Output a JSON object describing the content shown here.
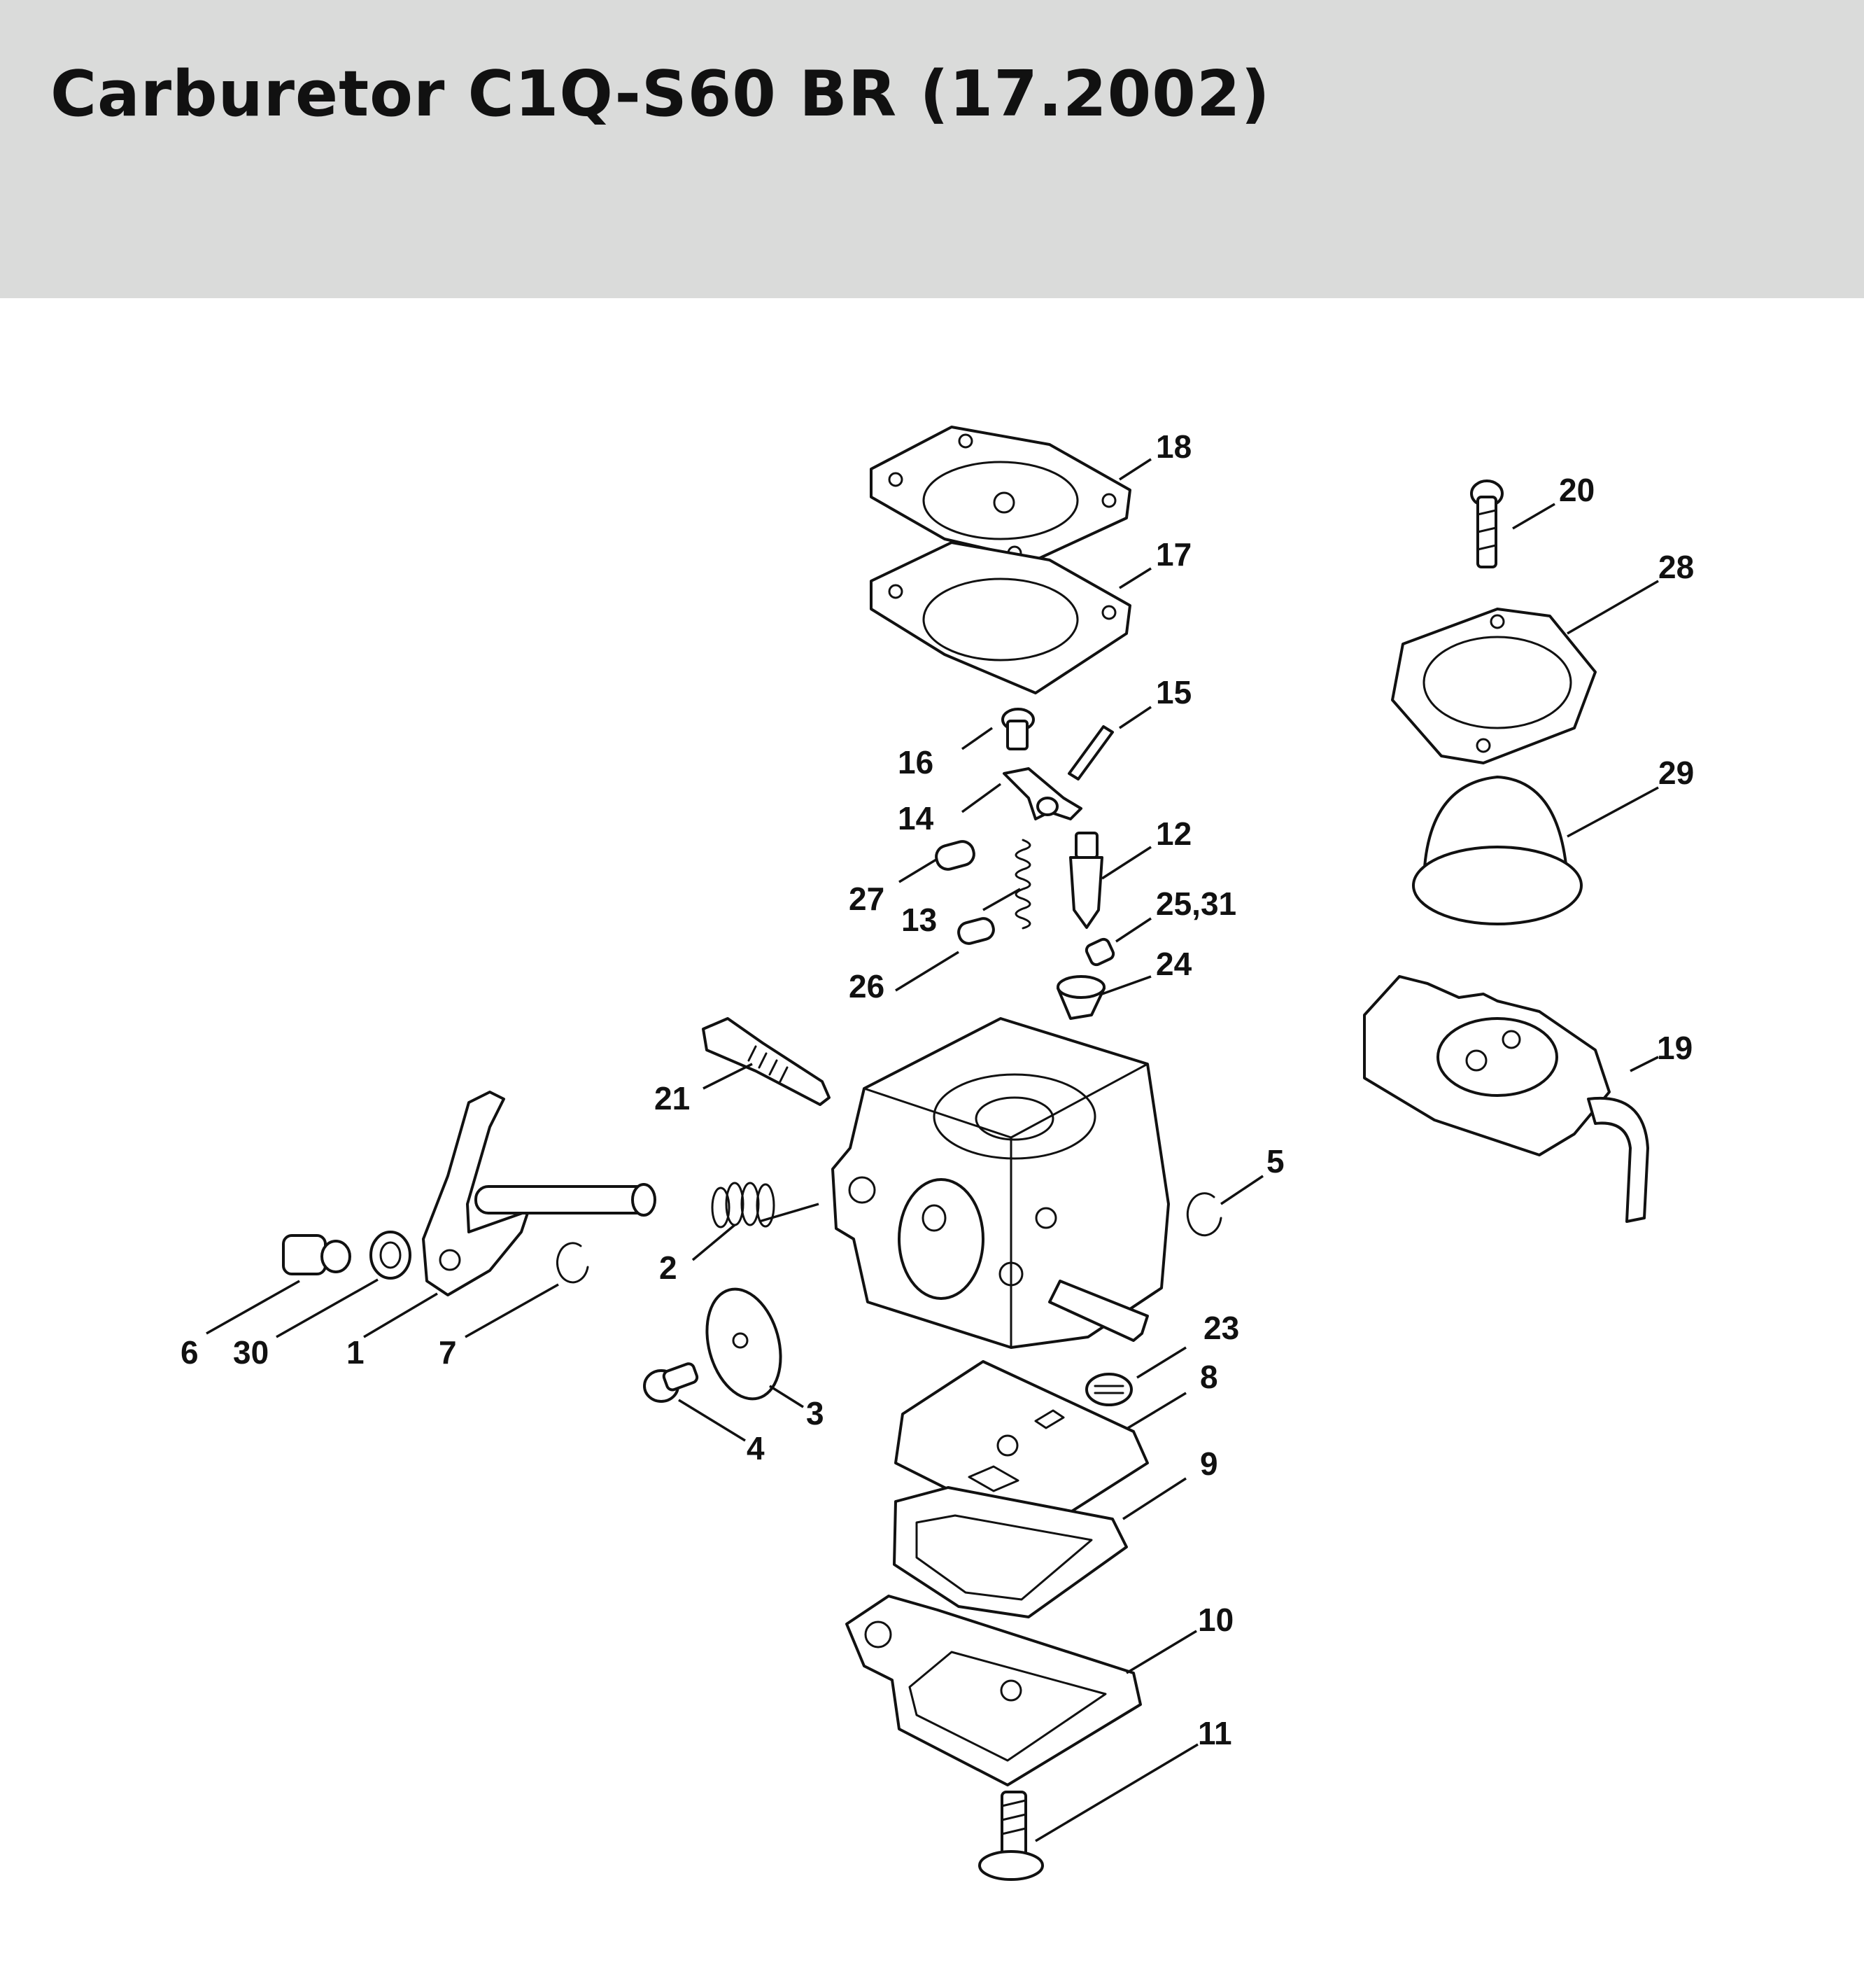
{
  "title": "Carburetor C1Q-S60 BR (17.2002)",
  "header_band_color": "#dadbda",
  "callouts": {
    "c18": "18",
    "c17": "17",
    "c15": "15",
    "c16": "16",
    "c14": "14",
    "c12": "12",
    "c27": "27",
    "c13": "13",
    "c25_31": "25,31",
    "c26": "26",
    "c24": "24",
    "c21": "21",
    "c2": "2",
    "c5": "5",
    "c6": "6",
    "c30": "30",
    "c1": "1",
    "c7": "7",
    "c23": "23",
    "c8": "8",
    "c3": "3",
    "c4": "4",
    "c9": "9",
    "c10": "10",
    "c11": "11",
    "c20": "20",
    "c28": "28",
    "c29": "29",
    "c19": "19"
  }
}
